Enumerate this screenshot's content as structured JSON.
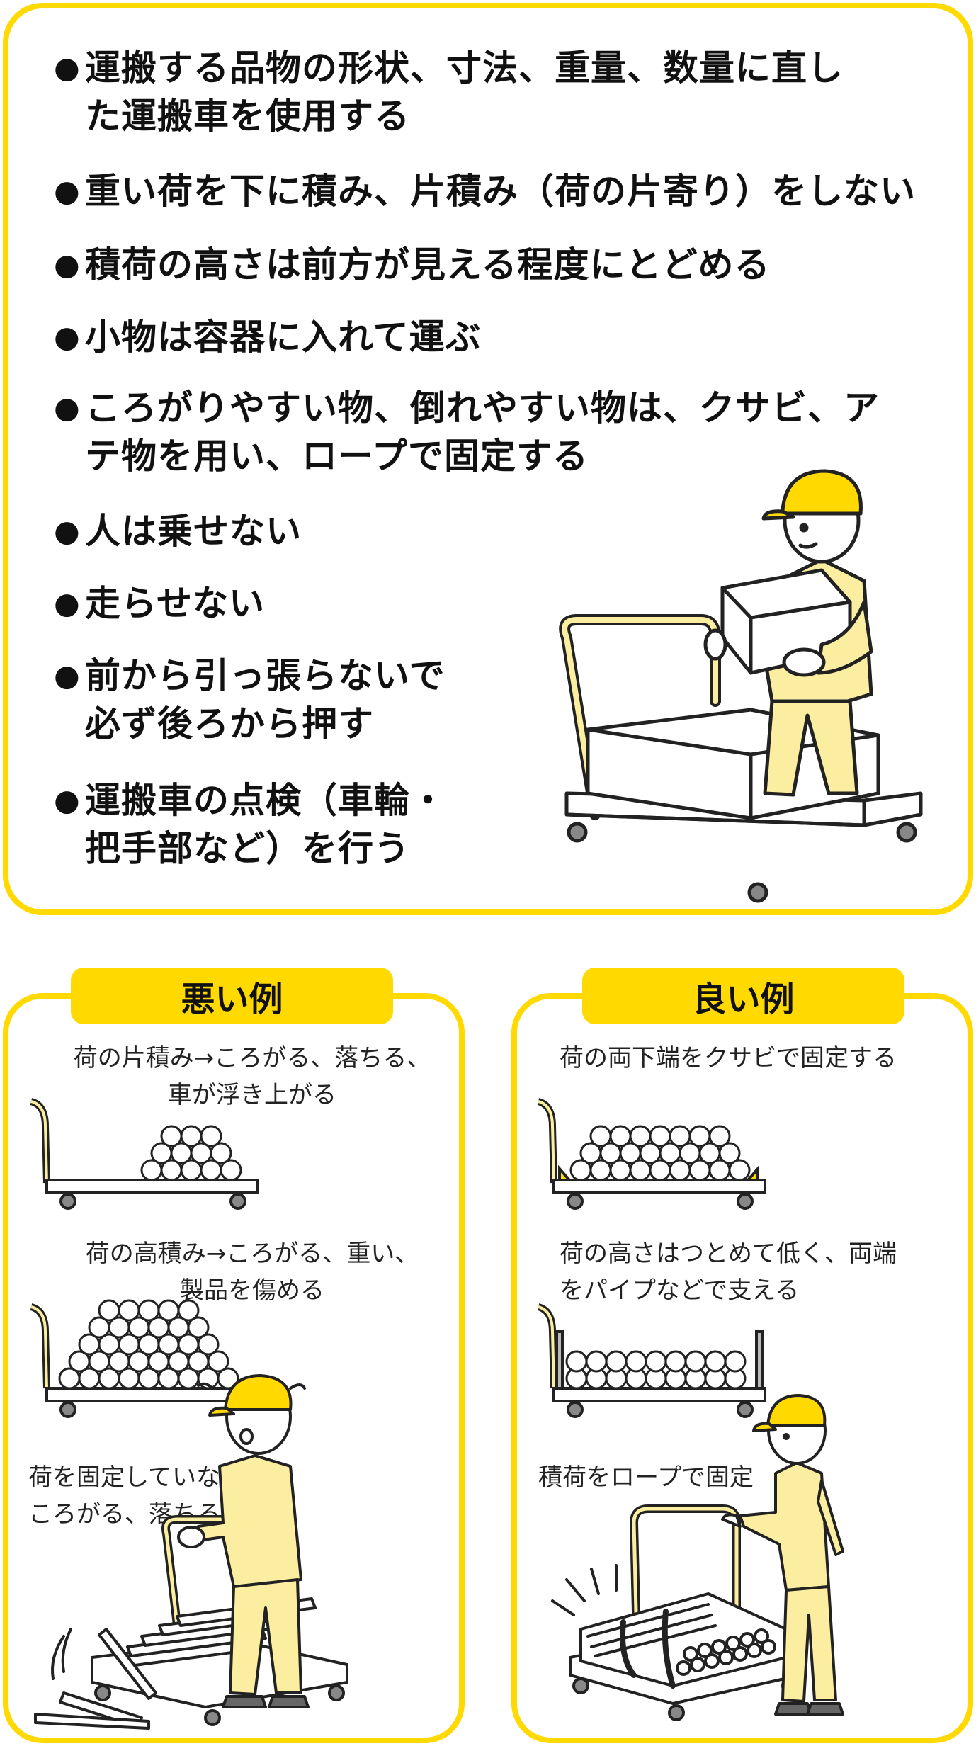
{
  "rules": [
    "運搬する品物の形状、寸法、重量、数量に直し\nた運搬車を使用する",
    "重い荷を下に積み、片積み（荷の片寄り）をしない",
    "積荷の高さは前方が見える程度にとどめる",
    "小物は容器に入れて運ぶ",
    "ころがりやすい物、倒れやすい物は、クサビ、ア\nテ物を用い、ロープで固定する",
    "人は乗せない",
    "走らせない",
    "前から引っ張らないで\n必ず後ろから押す",
    "運搬車の点検（車輪・\n把手部など）を行う"
  ],
  "bullet": "●",
  "bad": {
    "title": "悪い例",
    "captions": [
      "荷の片積み→ころがる、落ちる、\n車が浮き上がる",
      "荷の高積み→ころがる、重い、\n製品を傷める",
      "荷を固定していない→\nころがる、落ちる"
    ]
  },
  "good": {
    "title": "良い例",
    "captions": [
      "荷の両下端をクサビで固定する",
      "荷の高さはつとめて低く、両端\nをパイプなどで支える",
      "積荷をロープで固定"
    ]
  },
  "colors": {
    "accent": "#ffd900",
    "uniform": "#fbeea0",
    "outline": "#222222"
  }
}
